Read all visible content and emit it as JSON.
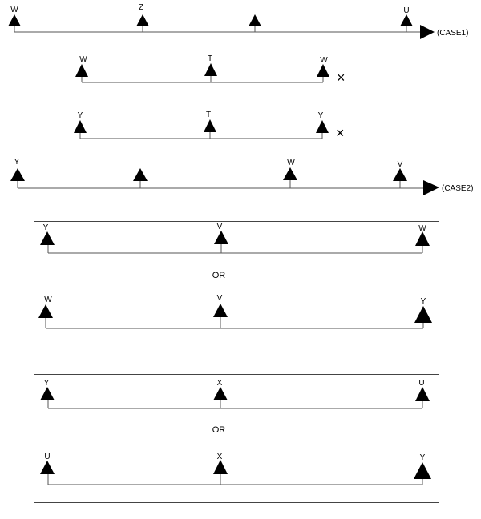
{
  "rows": [
    {
      "id": "case1",
      "labels": [
        "W",
        "Z",
        "",
        "U"
      ],
      "suffix": "(CASE1)",
      "mark": ""
    },
    {
      "id": "wtw",
      "labels": [
        "W",
        "T",
        "W"
      ],
      "suffix": "",
      "mark": "×"
    },
    {
      "id": "yty",
      "labels": [
        "Y",
        "T",
        "Y"
      ],
      "suffix": "",
      "mark": "×"
    },
    {
      "id": "case2",
      "labels": [
        "Y",
        "",
        "W",
        "V"
      ],
      "suffix": "(CASE2)",
      "mark": ""
    }
  ],
  "boxes": [
    {
      "id": "box1",
      "top_labels": [
        "Y",
        "V",
        "W"
      ],
      "or_text": "OR",
      "bottom_labels": [
        "W",
        "V",
        "Y"
      ]
    },
    {
      "id": "box2",
      "top_labels": [
        "Y",
        "X",
        "U"
      ],
      "or_text": "OR",
      "bottom_labels": [
        "U",
        "X",
        "Y"
      ]
    }
  ]
}
